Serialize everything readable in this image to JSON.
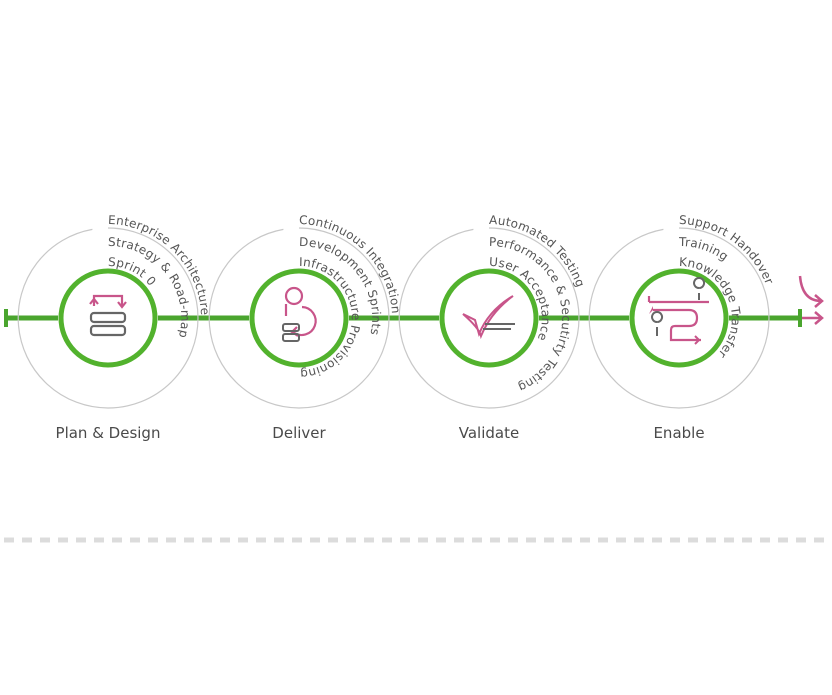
{
  "colors": {
    "line_green": "#4aa52e",
    "ring_green": "#52b22d",
    "icon_pink": "#c8558a",
    "icon_gray": "#666666",
    "arc_gray": "#c8c8c8",
    "dash_gray": "#dcdcdc"
  },
  "stages": [
    {
      "label": "Plan & Design",
      "icon": "plan-design-icon",
      "activities": [
        "Enterprise Architecture",
        "Strategy & Road-map",
        "Sprint 0"
      ]
    },
    {
      "label": "Deliver",
      "icon": "deliver-icon",
      "activities": [
        "Continuous Integration",
        "Development Sprints",
        "Infrastructure Provisioning"
      ]
    },
    {
      "label": "Validate",
      "icon": "validate-icon",
      "activities": [
        "Automated Testing",
        "Performance & Secutirty Testing",
        "User Acceptance"
      ]
    },
    {
      "label": "Enable",
      "icon": "enable-icon",
      "activities": [
        "Support Handover",
        "Training",
        "Knowledge Transfer"
      ]
    }
  ],
  "end_icons": [
    "curved-arrow-icon",
    "forward-arrow-icon"
  ]
}
